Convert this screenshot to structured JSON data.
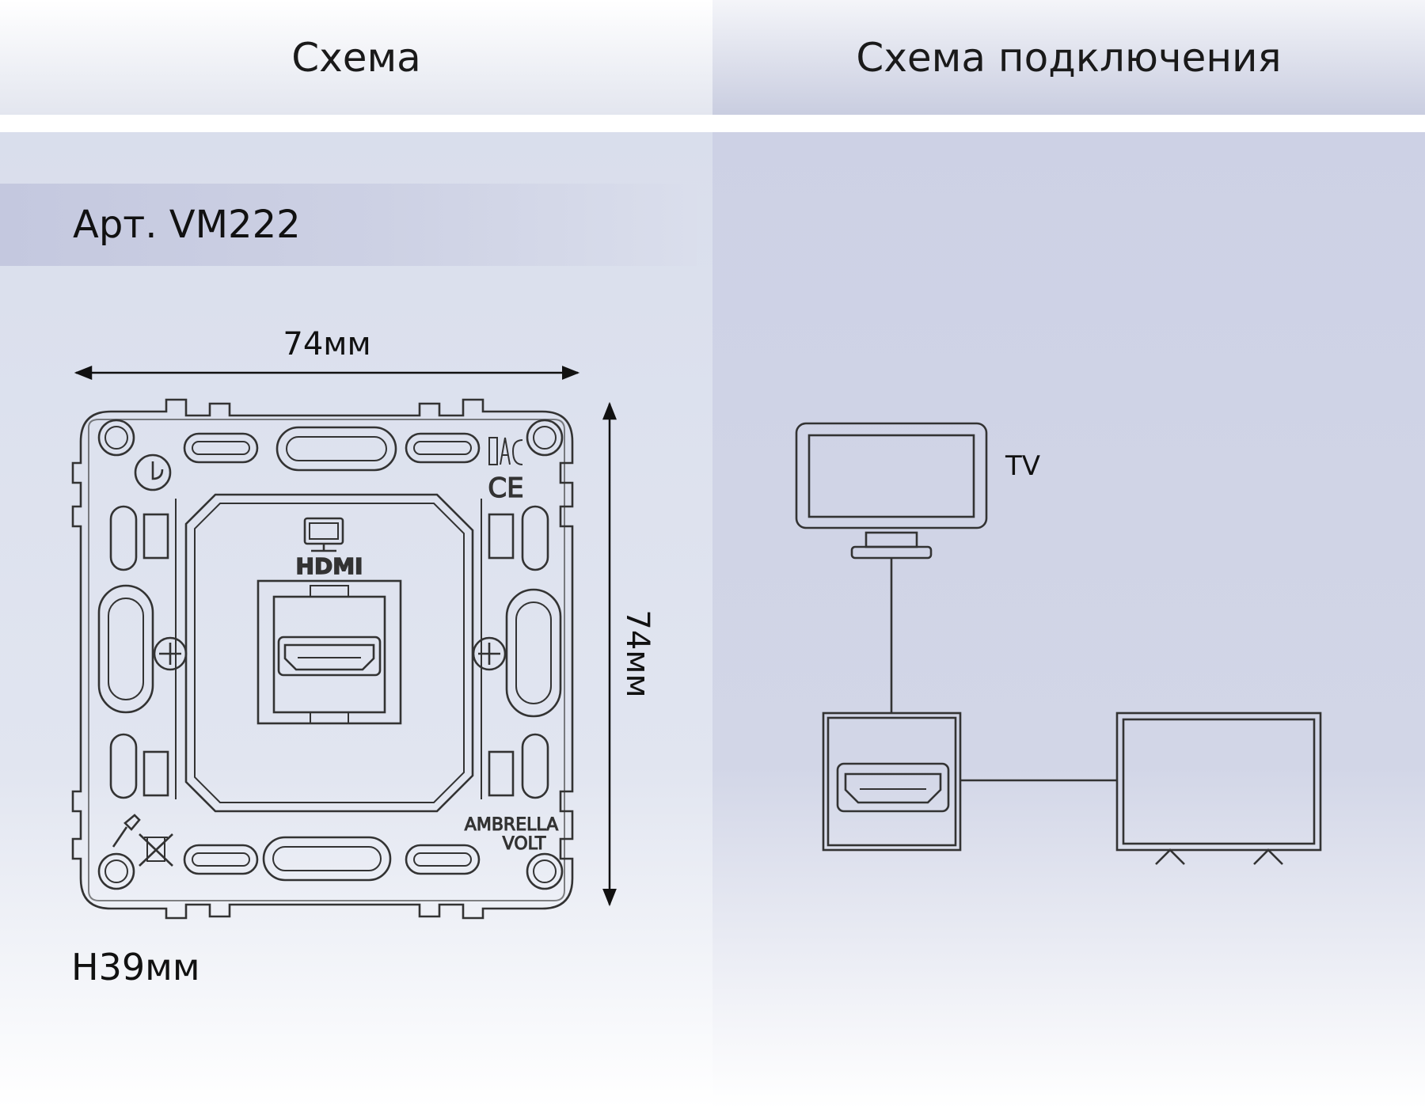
{
  "header": {
    "left_title": "Схема",
    "right_title": "Схема подключения"
  },
  "article": {
    "label": "Арт. VM222"
  },
  "dimensions": {
    "width": "74мм",
    "height": "74мм",
    "depth": "H39мм"
  },
  "device": {
    "port_label": "HDMI",
    "brand_line1": "AMBRELLA",
    "brand_line2": "VOLT",
    "cert_mark": "CE"
  },
  "connection": {
    "tv_label": "TV"
  },
  "icons": [
    "monitor-icon",
    "hdmi-port-icon",
    "screwdriver-icon",
    "no-trash-icon",
    "eac-icon",
    "ce-icon",
    "brand-logo-icon",
    "screw-icon"
  ]
}
